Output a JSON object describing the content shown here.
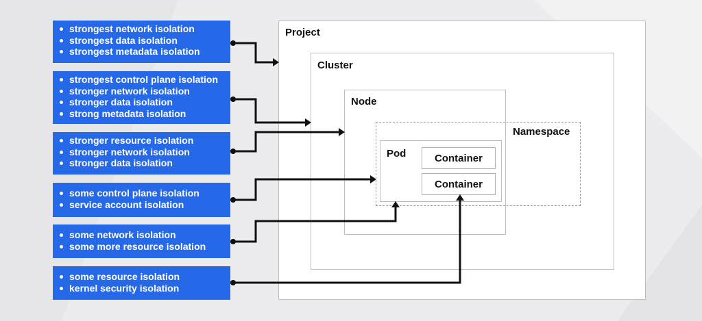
{
  "containers": {
    "project": "Project",
    "cluster": "Cluster",
    "node": "Node",
    "namespace": "Namespace",
    "pod": "Pod",
    "container_1": "Container",
    "container_2": "Container"
  },
  "isolation_groups": [
    {
      "items": [
        "strongest network isolation",
        "strongest data isolation",
        "strongest metadata isolation"
      ],
      "target": "Project"
    },
    {
      "items": [
        "strongest control plane isolation",
        "stronger network isolation",
        "stronger data isolation",
        "strong metadata isolation"
      ],
      "target": "Cluster"
    },
    {
      "items": [
        "stronger resource isolation",
        "stronger network isolation",
        "stronger data isolation"
      ],
      "target": "Node"
    },
    {
      "items": [
        "some control plane isolation",
        "service account isolation"
      ],
      "target": "Namespace"
    },
    {
      "items": [
        "some network isolation",
        "some more resource isolation"
      ],
      "target": "Pod"
    },
    {
      "items": [
        "some resource isolation",
        "kernel security isolation"
      ],
      "target": "Container"
    }
  ],
  "colors": {
    "background": "#ececee",
    "blue": "#2569e8",
    "connector": "#111111"
  }
}
